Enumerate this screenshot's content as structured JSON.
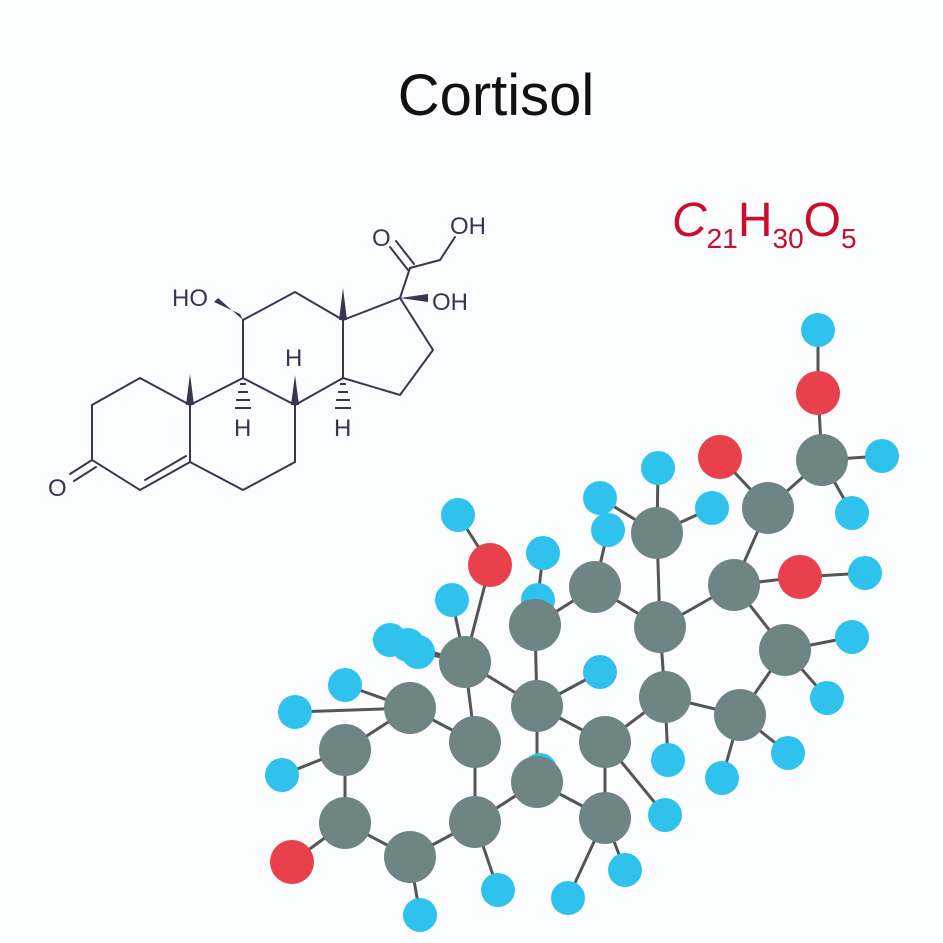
{
  "title": "Cortisol",
  "formula": {
    "color": "#c8102e",
    "parts": [
      {
        "text": "C",
        "sub": "21"
      },
      {
        "text": "H",
        "sub": "30"
      },
      {
        "text": "O",
        "sub": "5"
      }
    ]
  },
  "skeletal_labels": {
    "oh_top": "OH",
    "ketone_o": "O",
    "oh_c17": "OH",
    "ho_c11": "HO",
    "h_c8": "H",
    "h_c9": "H",
    "h_c14": "H",
    "ketone_c3": "O"
  },
  "colors": {
    "bond": "#3a3550",
    "carbon": "#6f8585",
    "oxygen": "#e8414d",
    "hydrogen": "#2fc2ec",
    "stick": "#555555"
  }
}
